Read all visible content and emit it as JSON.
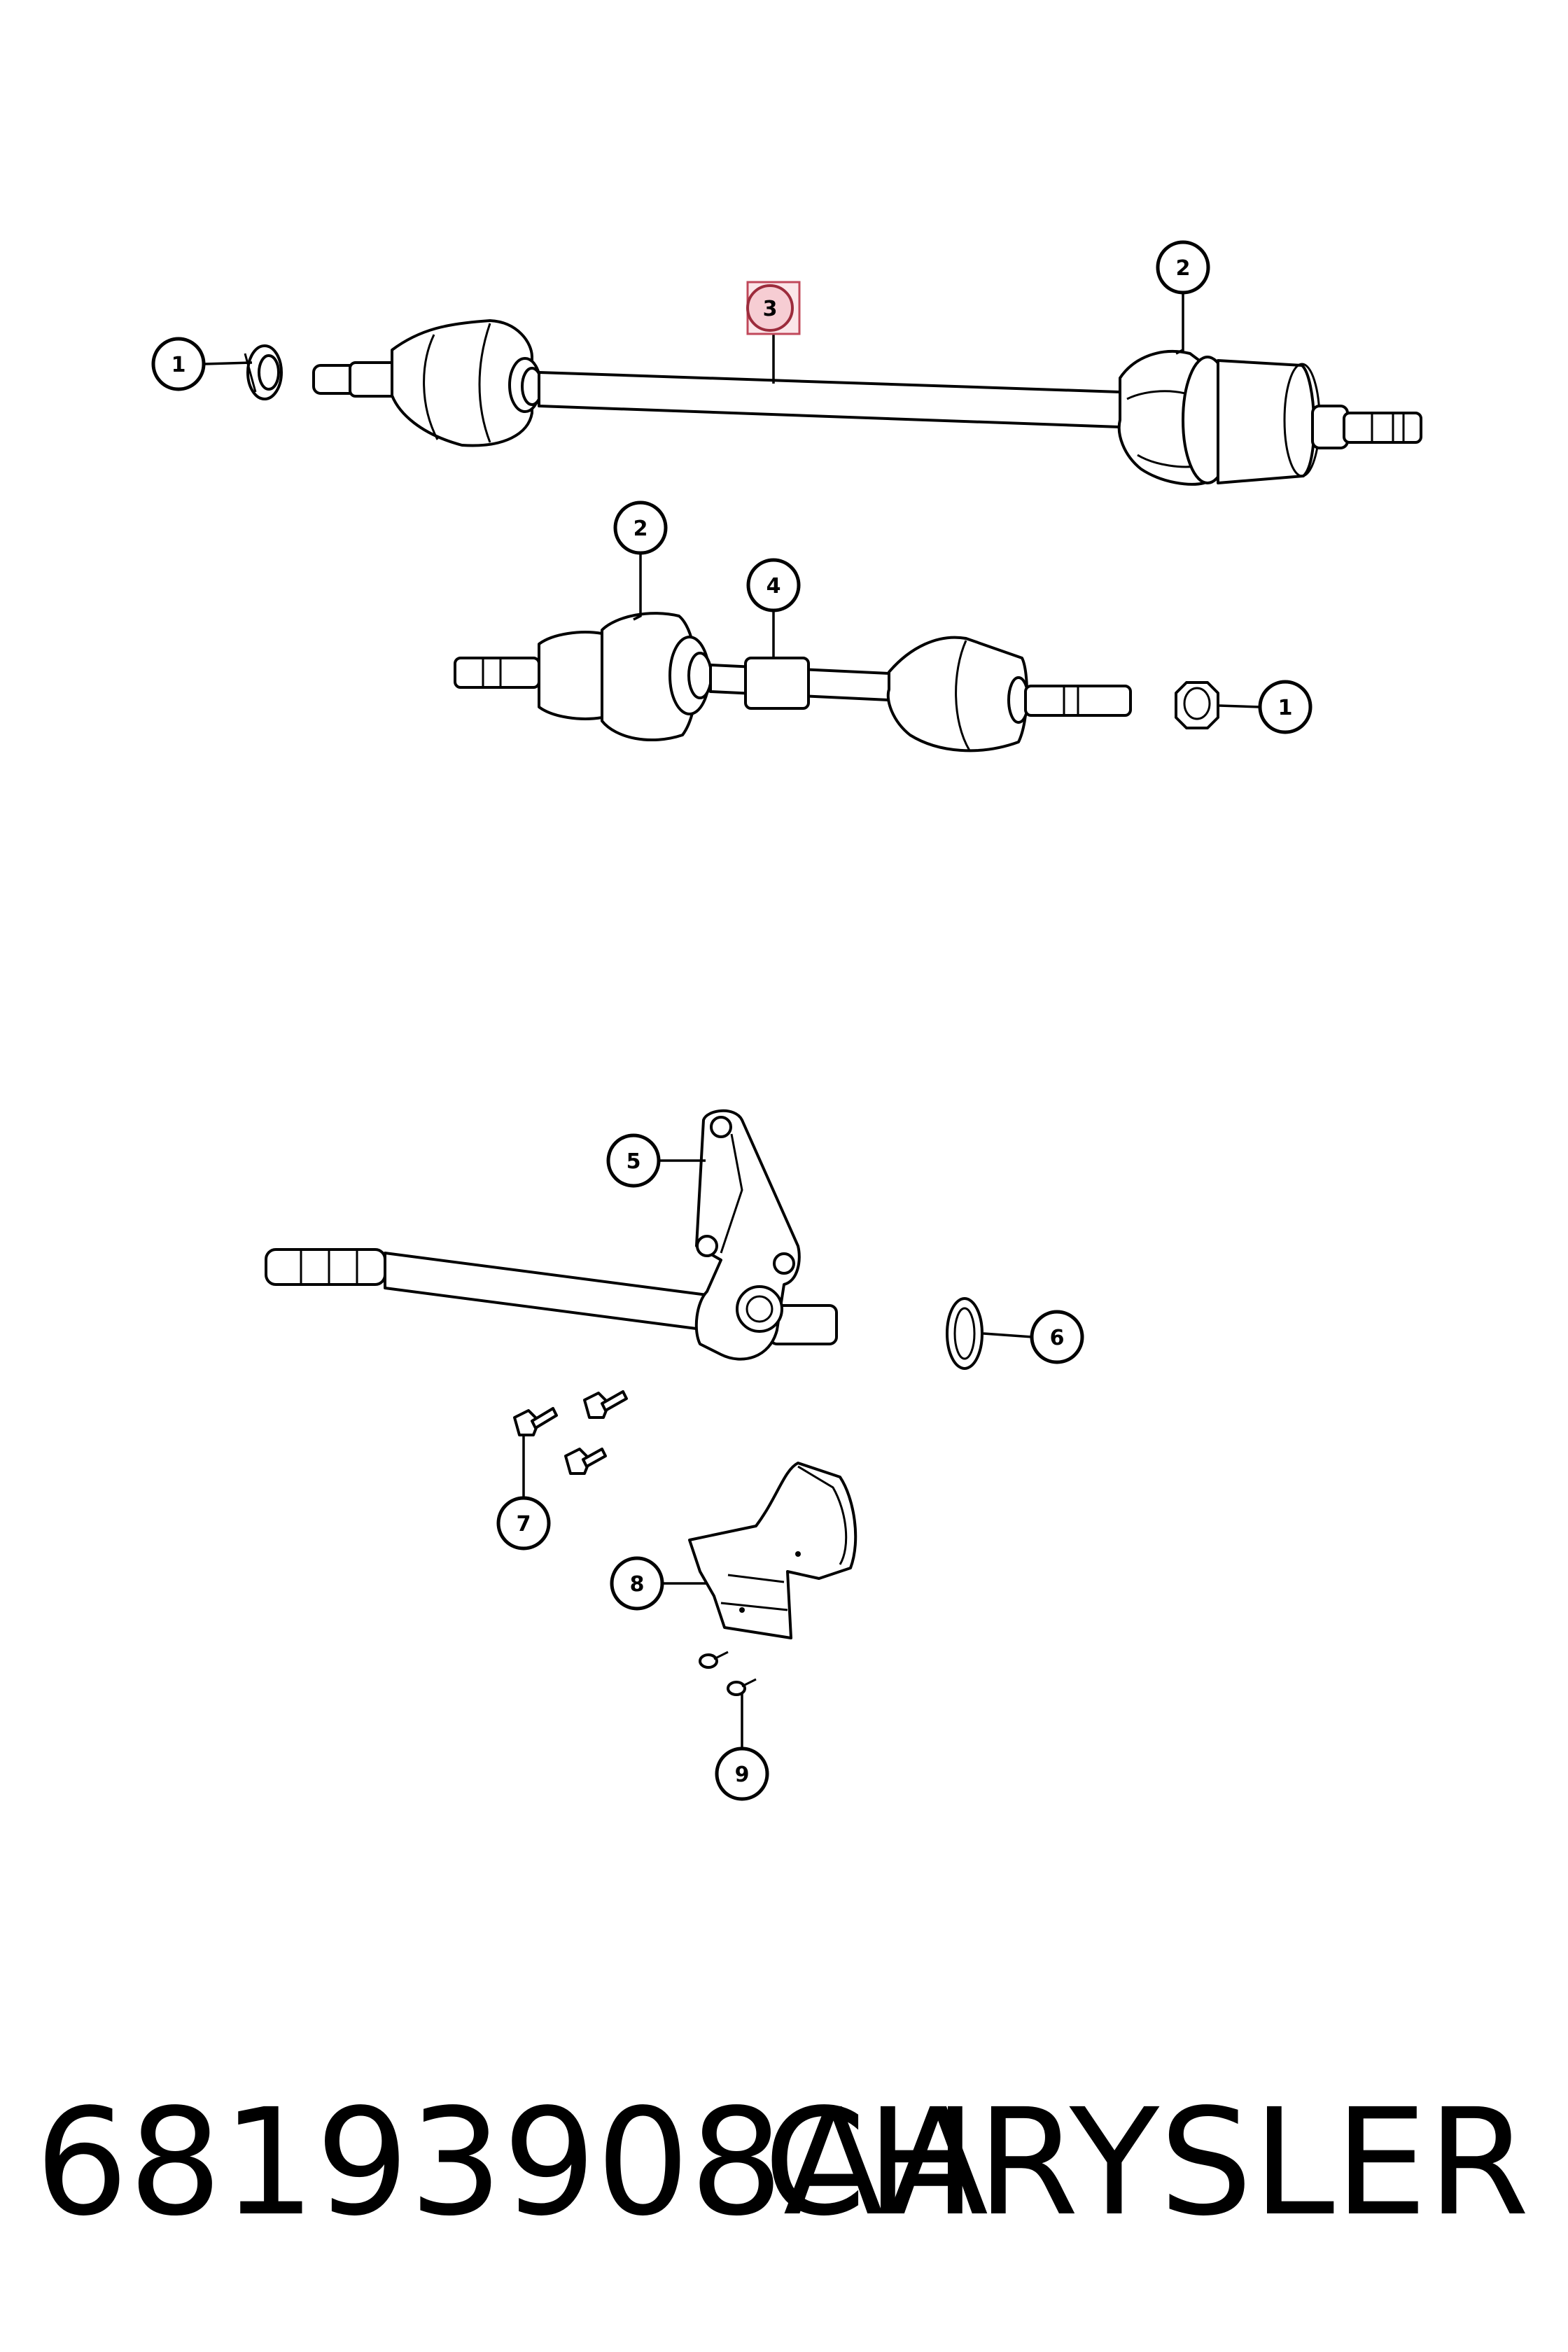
{
  "callouts": {
    "c1a": "1",
    "c3": "3",
    "c2a": "2",
    "c2b": "2",
    "c4": "4",
    "c1b": "1",
    "c5": "5",
    "c6": "6",
    "c7": "7",
    "c8": "8",
    "c9": "9"
  },
  "footer": {
    "part_number": "68193908AA",
    "brand": "CHRYSLER"
  },
  "colors": {
    "highlight_fill": "#f6cdd3",
    "highlight_stroke": "#9c2c3c"
  }
}
